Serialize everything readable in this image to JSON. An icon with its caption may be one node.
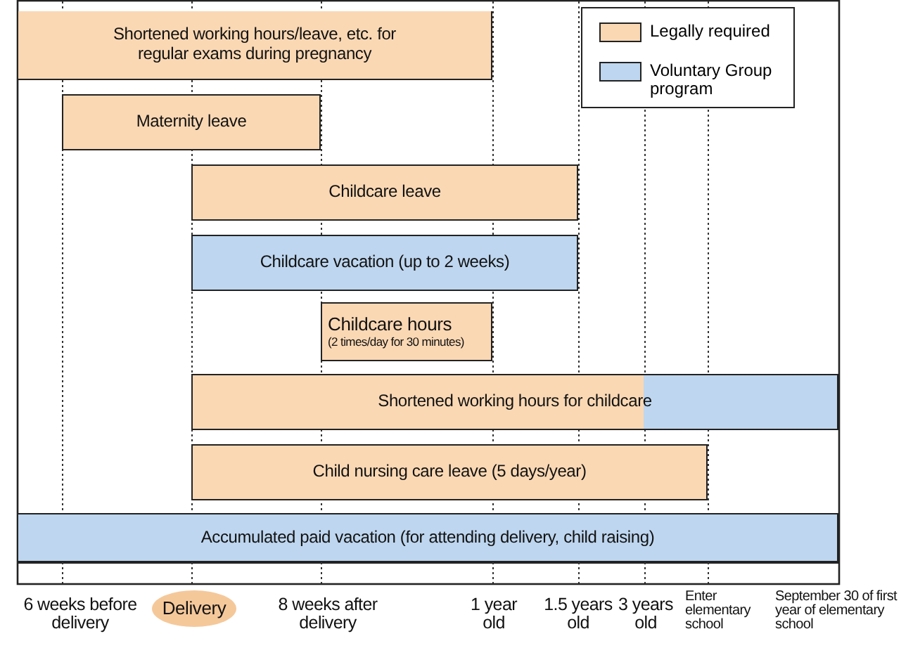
{
  "diagram": {
    "nodes": [
      {
        "text": [
          "Shortened working hours/leave, etc. for regular exams during pregnancy"
        ]
      },
      {
        "text": [
          "Maternity leave"
        ]
      },
      {
        "text": [
          "Childcare leave"
        ]
      },
      {
        "text": [
          "Childcare vacation (up to 2 weeks)"
        ]
      },
      {
        "text": [
          "Childcare hours",
          "(2 times/day for 30 minutes)"
        ]
      },
      {
        "text": [
          "Shortened working hours for childcare"
        ]
      },
      {
        "text": [
          "Child nursing care leave (5 days/year)"
        ]
      },
      {
        "text": [
          "Accumulated paid vacation (for attending delivery, child raising)"
        ]
      },
      {
        "text": [
          "Delivery"
        ]
      }
    ],
    "edges": [],
    "labels": [
      "6 weeks before delivery",
      "8 weeks after delivery",
      "1 year old",
      "1.5 years old",
      "3 years old",
      "Enter elementary school",
      "September 30 of first year of elementary school"
    ],
    "legend": [
      {
        "text": "Legally required",
        "color": "#fad8b4"
      },
      {
        "text": "Voluntary Group program",
        "color": "#bed6ef"
      }
    ]
  }
}
